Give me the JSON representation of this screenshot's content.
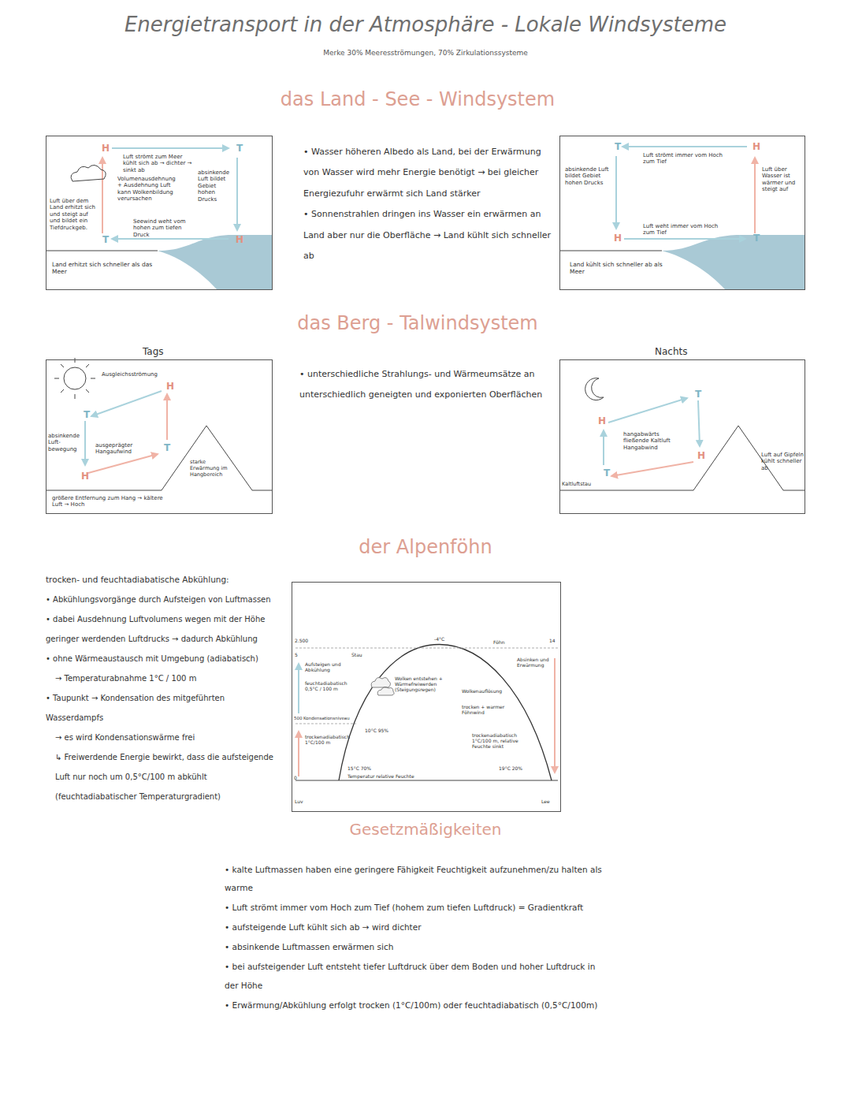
{
  "diagram": {
    "title": "Energietransport in der Atmosphäre - Lokale Windsysteme",
    "nodes": [
      {
        "text": [
          "H",
          "Luft strömt zum Meer kühlt sich ab → dichter → sinkt ab",
          "T",
          "Volumenausdehnung + Ausdehnung Luft kann Wolkenbildung verursachen",
          "absinkende Luft bildet Gebiet hohen Drucks",
          "Luft über dem Land erhitzt sich und steigt auf und bildet ein Tiefdruckgeb.",
          "Seewind weht vom hohen zum tiefen Druck",
          "T",
          "H",
          "Land erhitzt sich schneller als das Meer"
        ]
      },
      {
        "text": [
          "T",
          "Luft strömt immer vom Hoch zum Tief",
          "H",
          "absinkende Luft bildet Gebiet hohen Drucks",
          "Luft über Wasser ist wärmer und steigt auf",
          "H",
          "Luft weht immer vom Hoch zum Tief",
          "T",
          "Land kühlt sich schneller ab als Meer"
        ]
      },
      {
        "text": [
          "Tags",
          "Ausgleichsströmung",
          "H",
          "T",
          "absinkende Luft-bewegung",
          "ausgeprägter Hangaufwind",
          "T",
          "starke Erwärmung im Hangbereich",
          "H",
          "größere Entfernung zum Hang → kältere Luft → Hoch"
        ]
      },
      {
        "text": [
          "Nachts",
          "T",
          "H",
          "hangabwärts fließende Kaltluft Hangabwind",
          "H",
          "Luft auf Gipfeln kühlt schneller ab",
          "T",
          "Kaltluftstau"
        ]
      },
      {
        "text": [
          "2.500",
          "5",
          "-4°C",
          "Föhn",
          "14",
          "Stau",
          "Aufsteigen und Abkühlung",
          "Wolken entstehen + Wärmefreiwerden (Steigungsregen)",
          "Absinken und Erwärmung",
          "feuchtadiabatisch 0,5°C / 100 m",
          "Wolkenauflösung",
          "trocken + warmer Föhnwind",
          "500",
          "Kondensationsniveau",
          "10°C 95%",
          "trockenadiabatisch 1°C/100 m",
          "trockenadiabatisch 1°C/100 m, relative Feuchte sinkt",
          "0",
          "15°C 70%",
          "19°C 20%",
          "Temperatur relative Feuchte",
          "Luv",
          "Lee"
        ]
      }
    ],
    "labels": [
      "Merke 30% Meeresströmungen, 70% Zirkulationssysteme",
      "das Land - See - Windsystem",
      "• Wasser höheren Albedo als Land, bei der Erwärmung von Wasser wird mehr Energie benötigt → bei gleicher Energiezufuhr erwärmt sich Land stärker",
      "• Sonnenstrahlen dringen ins Wasser ein erwärmen an Land aber nur die Oberfläche → Land kühlt sich schneller ab",
      "das Berg - Talwindsystem",
      "• unterschiedliche Strahlungs- und Wärmeumsätze an unterschiedlich geneigten und exponierten Oberflächen",
      "der Alpenföhn",
      "trocken- und feuchtadiabatische Abkühlung:",
      "• Abkühlungsvorgänge durch Aufsteigen von Luftmassen",
      "• dabei Ausdehnung Luftvolumens wegen mit der Höhe geringer werdenden Luftdrucks → dadurch Abkühlung",
      "• ohne Wärmeaustausch mit Umgebung (adiabatisch)",
      "→ Temperaturabnahme 1°C / 100 m",
      "• Taupunkt → Kondensation des mitgeführten Wasserdampfs",
      "→ es wird Kondensationswärme frei",
      "↳ Freiwerdende Energie bewirkt, dass die aufsteigende Luft nur noch um 0,5°C/100 m abkühlt (feuchtadiabatischer Temperaturgradient)",
      "Gesetzmäßigkeiten",
      "• kalte Luftmassen haben eine geringere Fähigkeit Feuchtigkeit aufzunehmen/zu halten als warme",
      "• Luft strömt immer vom Hoch zum Tief (hohem zum tiefen Luftdruck) = Gradientkraft",
      "• aufsteigende Luft kühlt sich ab → wird dichter",
      "• absinkende Luftmassen erwärmen sich",
      "• bei aufsteigender Luft entsteht tiefer Luftdruck über dem Boden und hoher Luftdruck in der Höhe",
      "• Erwärmung/Abkühlung erfolgt trocken (1°C/100m) oder feuchtadiabatisch (0,5°C/100m)"
    ]
  }
}
